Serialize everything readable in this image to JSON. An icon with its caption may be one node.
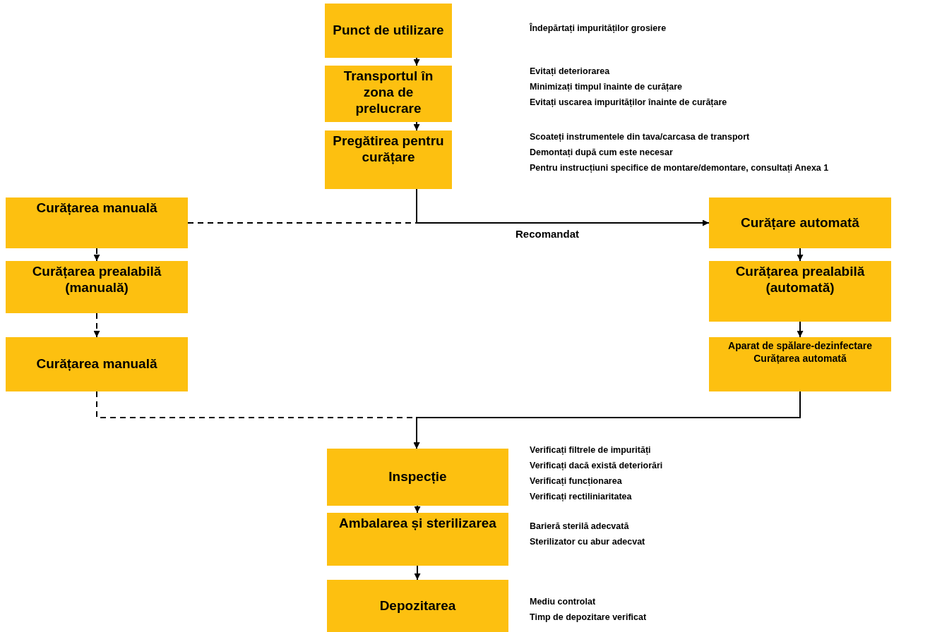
{
  "diagram": {
    "nodes": [
      {
        "text": [
          "Punct de utilizare"
        ]
      },
      {
        "text": [
          "Transportul în zona de prelucrare"
        ],
        "beside": [
          "Evitați deteriorarea",
          "Minimizați timpul înainte de curățare",
          "Evitați uscarea impurităților înainte de curățare"
        ]
      },
      {
        "text": [
          "Pregătirea pentru curățare"
        ],
        "beside": [
          "Scoateți instrumentele din tava/carcasa de transport",
          "Demontați după cum este necesar",
          "Pentru instrucțiuni specifice de montare/demontare, consultați Anexa 1"
        ]
      },
      {
        "text": [
          "Curățarea manuală"
        ]
      },
      {
        "text": [
          "Curățare automată"
        ]
      },
      {
        "text": [
          "Curățarea prealabilă (manuală)"
        ]
      },
      {
        "text": [
          "Curățarea prealabilă (automată)"
        ]
      },
      {
        "text": [
          "Curățarea manuală"
        ]
      },
      {
        "text": [
          "Aparat de spălare-dezinfectare",
          "Curățarea automată"
        ]
      },
      {
        "text": [
          "Inspecție"
        ],
        "beside": [
          "Verificați filtrele de impurități",
          "Verificați dacă există deteriorări",
          "Verificați funcționarea",
          "Verificați rectiliniaritatea"
        ]
      },
      {
        "text": [
          "Ambalarea și sterilizarea"
        ],
        "beside": [
          "Barieră sterilă adecvată",
          "Sterilizator cu abur adecvat"
        ]
      },
      {
        "text": [
          "Depozitarea"
        ],
        "beside": [
          "Mediu controlat",
          "Timp de depozitare verificat"
        ]
      }
    ],
    "edges": [
      {
        "from": 0,
        "to": 1,
        "arrow": "to"
      },
      {
        "from": 1,
        "to": 2,
        "arrow": "to"
      },
      {
        "from": 2,
        "to": 4,
        "arrow": "to",
        "label": "Recomandat"
      },
      {
        "from": 2,
        "to": 3,
        "arrow": "none",
        "style": "dashed"
      },
      {
        "from": 3,
        "to": 5,
        "arrow": "to",
        "style": "dashed"
      },
      {
        "from": 5,
        "to": 7,
        "arrow": "to",
        "style": "dashed"
      },
      {
        "from": 4,
        "to": 6,
        "arrow": "to"
      },
      {
        "from": 6,
        "to": 8,
        "arrow": "to"
      },
      {
        "from": 8,
        "to": 9,
        "arrow": "to"
      },
      {
        "from": 7,
        "to": 9,
        "arrow": "to",
        "style": "dashed"
      },
      {
        "from": 9,
        "to": 10,
        "arrow": "to"
      },
      {
        "from": 10,
        "to": 11,
        "arrow": "to"
      }
    ],
    "labels": [
      "Îndepărtați impurităților grosiere"
    ]
  }
}
